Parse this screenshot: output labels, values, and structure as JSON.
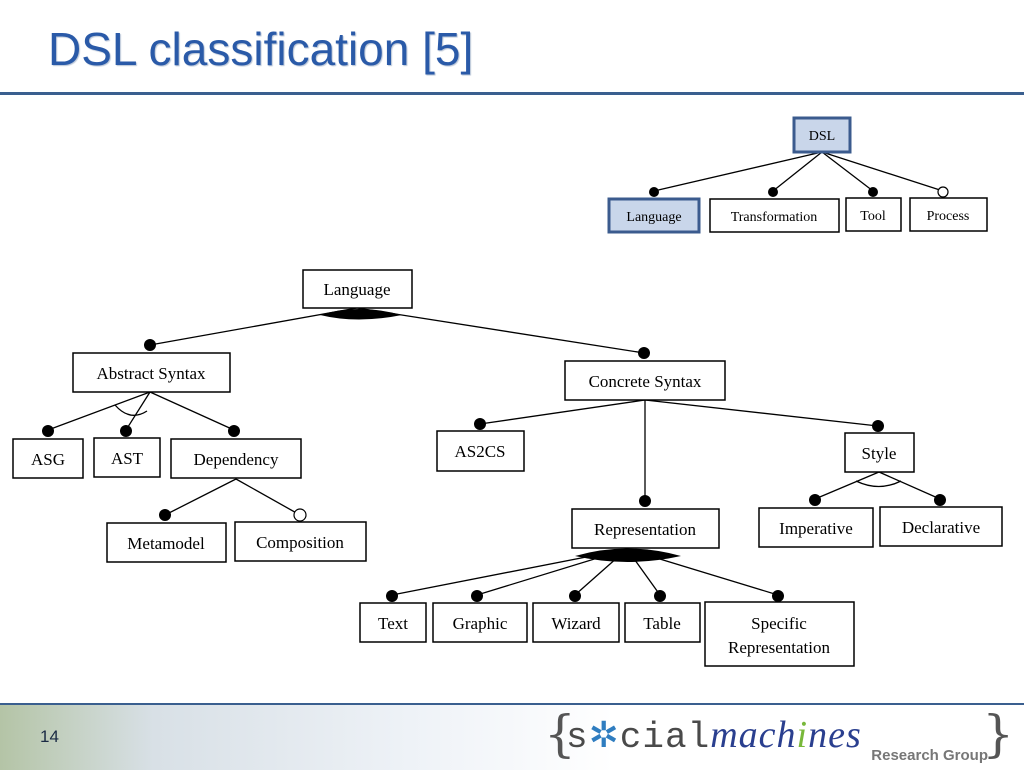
{
  "slide": {
    "title": "DSL classification [5]",
    "page_number": "14"
  },
  "top_tree": {
    "root": "DSL",
    "children": [
      "Language",
      "Transformation",
      "Tool",
      "Process"
    ]
  },
  "language_tree": {
    "root": "Language",
    "abstract_syntax": "Abstract Syntax",
    "concrete_syntax": "Concrete Syntax",
    "asg": "ASG",
    "ast": "AST",
    "dependency": "Dependency",
    "metamodel": "Metamodel",
    "composition": "Composition",
    "as2cs": "AS2CS",
    "representation": "Representation",
    "style": "Style",
    "imperative": "Imperative",
    "declarative": "Declarative",
    "text": "Text",
    "graphic": "Graphic",
    "wizard": "Wizard",
    "table": "Table",
    "specific_representation_line1": "Specific",
    "specific_representation_line2": "Representation"
  },
  "logo": {
    "brace_open": "{",
    "brace_close": "}",
    "part1": "s",
    "gear": "✲",
    "part2": "cial",
    "part3": "mach",
    "dot_i": "i",
    "part4": "nes",
    "sub": "Research Group"
  },
  "colors": {
    "title": "#2a5aa8",
    "rule": "#3a5f8f",
    "highlight_fill": "#c9d6ea",
    "highlight_stroke": "#3b5b8e",
    "logo_gear": "#2f7dc0",
    "logo_i": "#78b83a"
  }
}
